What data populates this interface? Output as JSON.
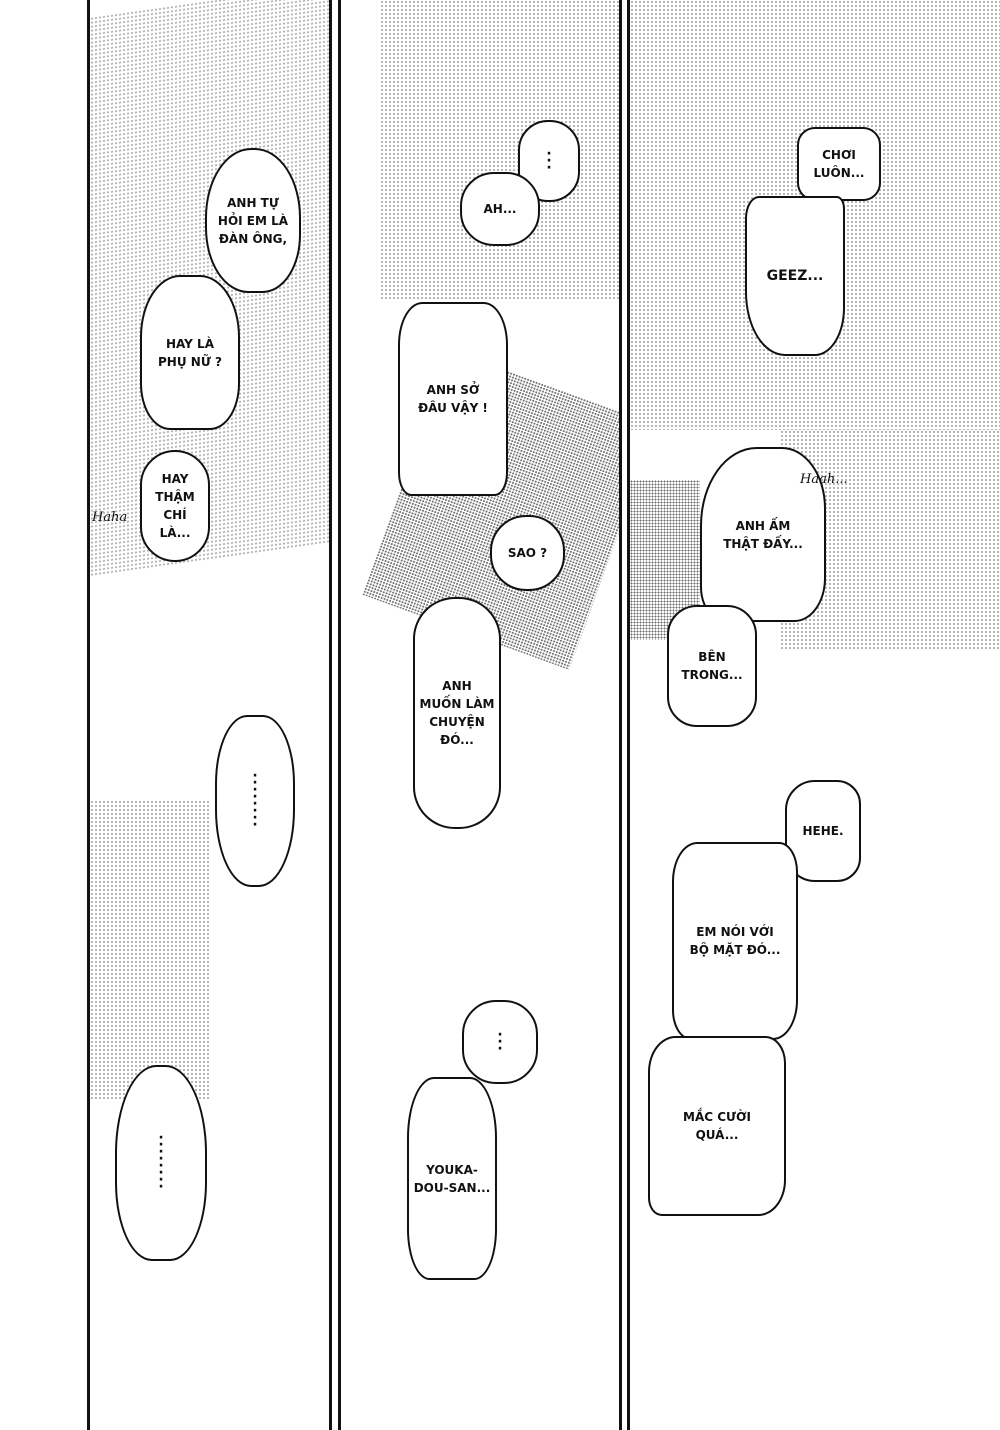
{
  "panels": [
    {
      "bubbles": [
        {
          "text": "ANH TỰ\nHỎI EM LÀ\nĐÀN ÔNG,"
        },
        {
          "text": "HAY LÀ\nPHỤ NỮ ?"
        },
        {
          "text": "HAY\nTHẬM CHÍ\nLÀ..."
        },
        {
          "text": "·\n·\n·\n·\n·\n·\n·\n·"
        },
        {
          "text": "·\n·\n·\n·\n·\n·\n·\n·"
        }
      ],
      "sfx": [
        "Haha"
      ]
    },
    {
      "bubbles": [
        {
          "text": "·\n·\n·"
        },
        {
          "text": "AH..."
        },
        {
          "text": "ANH SỞ\nĐÂU VẬY !"
        },
        {
          "text": "SAO ?"
        },
        {
          "text": "ANH\nMUỐN LÀM\nCHUYỆN\nĐÓ..."
        },
        {
          "text": "·\n·\n·"
        },
        {
          "text": "YOUKA-\nDOU-SAN..."
        }
      ]
    },
    {
      "bubbles": [
        {
          "text": "CHƠI\nLUÔN..."
        },
        {
          "text": "GEEZ..."
        },
        {
          "text": "ANH ẤM\nTHẬT ĐẤY..."
        },
        {
          "text": "BÊN\nTRONG..."
        },
        {
          "text": "HEHE."
        },
        {
          "text": "EM NÓI VỚI\nBỘ MẶT ĐÓ..."
        },
        {
          "text": "MẮC CƯỜI\nQUÁ..."
        }
      ],
      "sfx": [
        "Haah..."
      ]
    }
  ]
}
